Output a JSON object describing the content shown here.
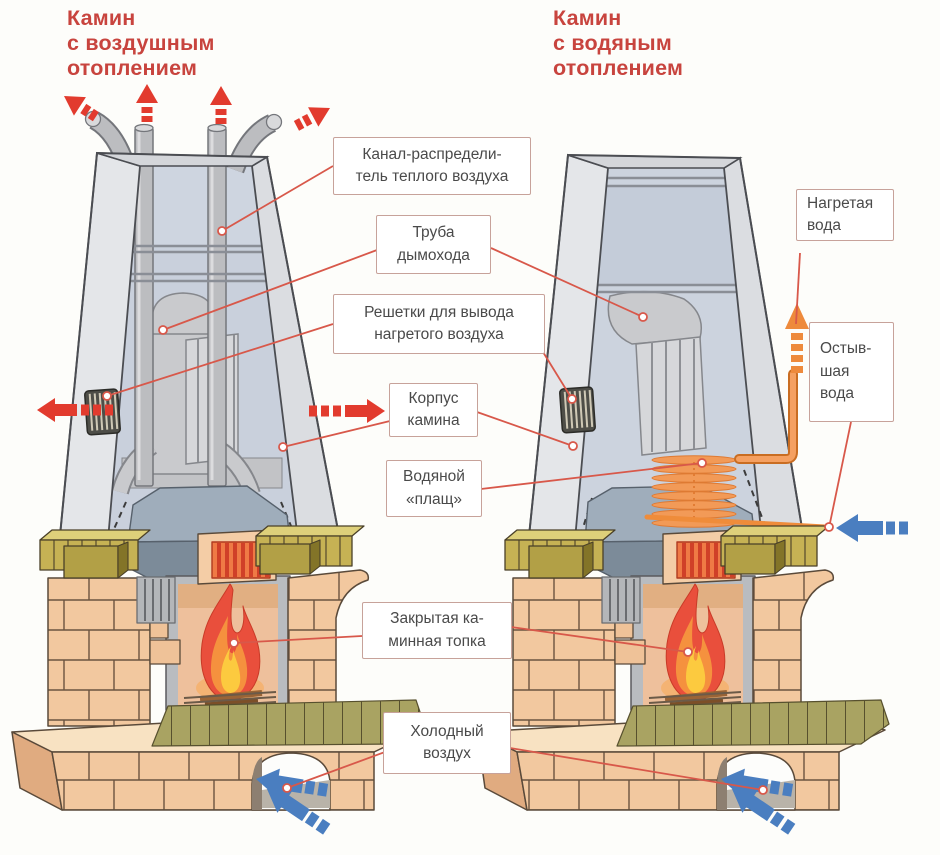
{
  "diagram": {
    "left_title": "Камин\nс воздушным\nотоплением",
    "right_title": "Камин\nс водяным\nотоплением",
    "labels": {
      "air_channel": "Канал-распредели-\nтель теплого воздуха",
      "chimney_pipe": "Труба\nдымохода",
      "grilles": "Решетки для вывода\nнагретого воздуха",
      "body": "Корпус\nкамина",
      "water_jacket": "Водяной\n«плащ»",
      "heated_water": "Нагретая\nвода",
      "cooled_water": "Остыв-\nшая\nвода",
      "firebox": "Закрытая ка-\nминная топка",
      "cold_air": "Холодный\nвоздух"
    },
    "icons": {
      "hot_air_flow": "red-arrow-with-dashes",
      "cold_air_flow": "blue-arrow-with-dashes",
      "heated_water_flow": "orange-arrow-with-dashes",
      "leader_endpoint": "small-ring"
    },
    "colors": {
      "title_red": "#c8443e",
      "leader_line": "#d8584a",
      "hot_air_arrow": "#e23b2e",
      "cold_air_arrow": "#4a7ec0",
      "water_arrow_orange": "#ee8a3c",
      "brick": "#f2c89f",
      "hood_gray": "#e2e4e8",
      "smoke_chamber_gray": "#9fadbb",
      "corbel_yellow": "#c6b254",
      "grille_orange": "#ef7a45",
      "fire_orange": "#f5913e",
      "label_border": "#c7a29a"
    }
  }
}
